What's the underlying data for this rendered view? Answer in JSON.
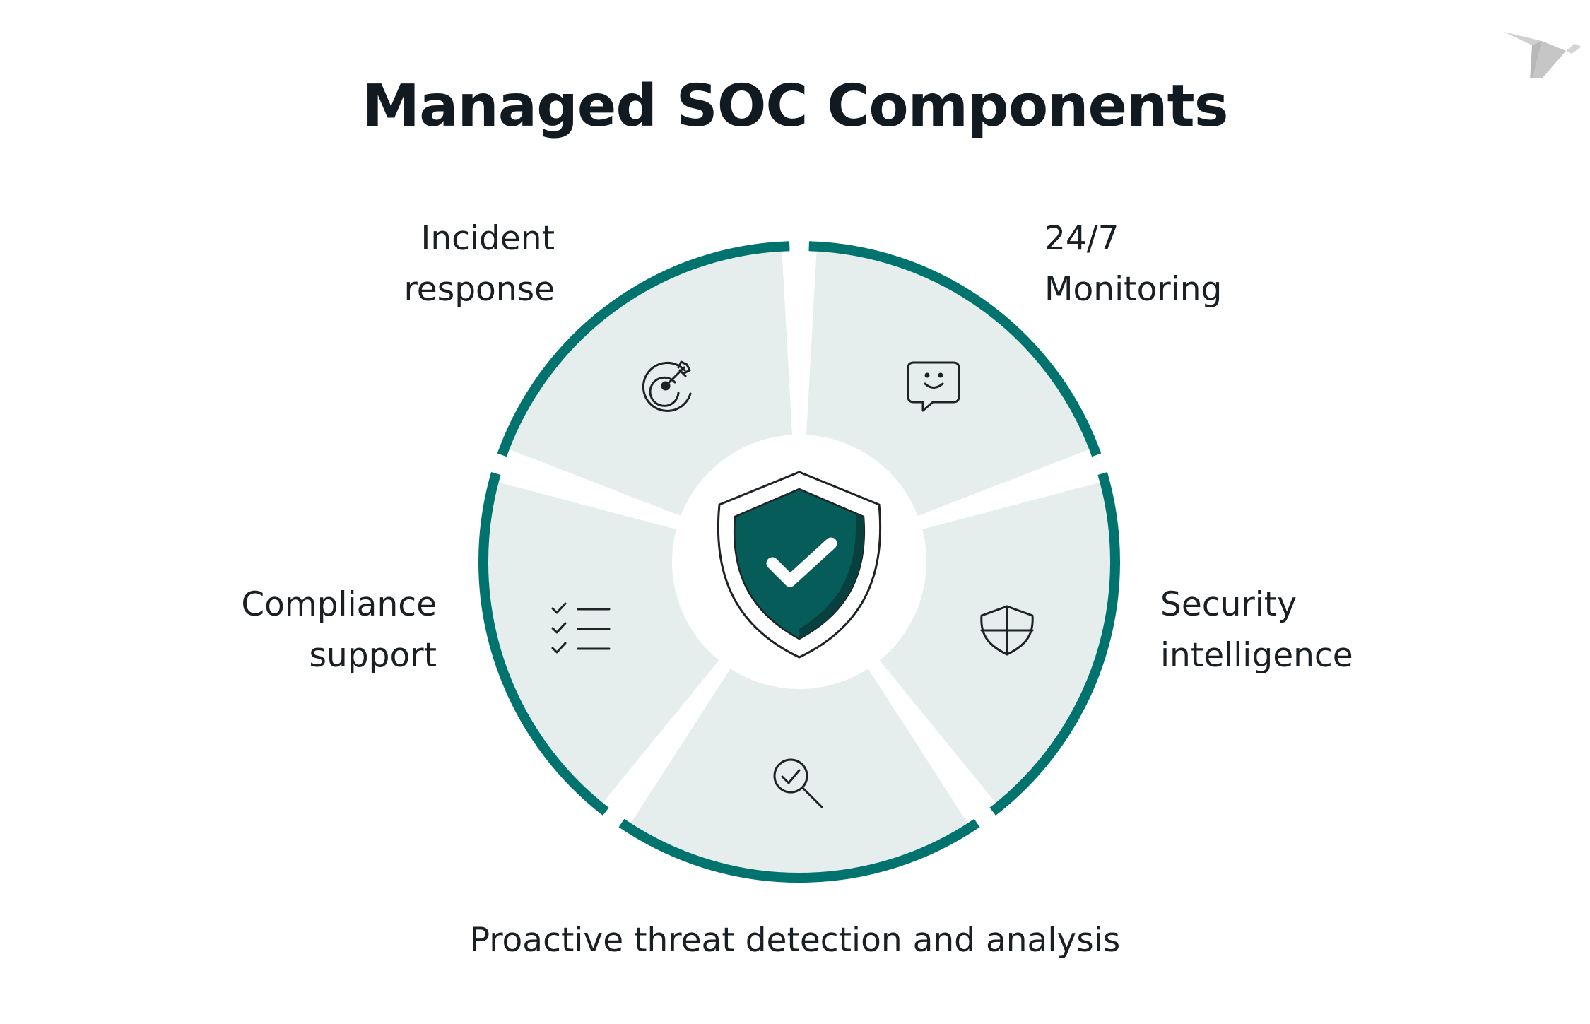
{
  "title": "Managed SOC Components",
  "colors": {
    "teal": "#00736f",
    "segment_fill": "#e5eeed",
    "shield_fill": "#055c59",
    "shield_shadow": "#083f3f",
    "text": "#121a21"
  },
  "center": {
    "icon": "shield-check-icon"
  },
  "segments": [
    {
      "id": "incident",
      "label_lines": [
        "Incident",
        "response"
      ],
      "icon": "target-icon"
    },
    {
      "id": "monitoring",
      "label_lines": [
        "24/7",
        "Monitoring"
      ],
      "icon": "chat-smile-icon"
    },
    {
      "id": "security",
      "label_lines": [
        "Security",
        "intelligence"
      ],
      "icon": "shield-cross-icon"
    },
    {
      "id": "proactive",
      "label_lines": [
        "Proactive threat detection and analysis"
      ],
      "icon": "magnifier-check-icon"
    },
    {
      "id": "compliance",
      "label_lines": [
        "Compliance",
        "support"
      ],
      "icon": "checklist-icon"
    }
  ],
  "logo": {
    "icon": "bird-logo-icon"
  }
}
